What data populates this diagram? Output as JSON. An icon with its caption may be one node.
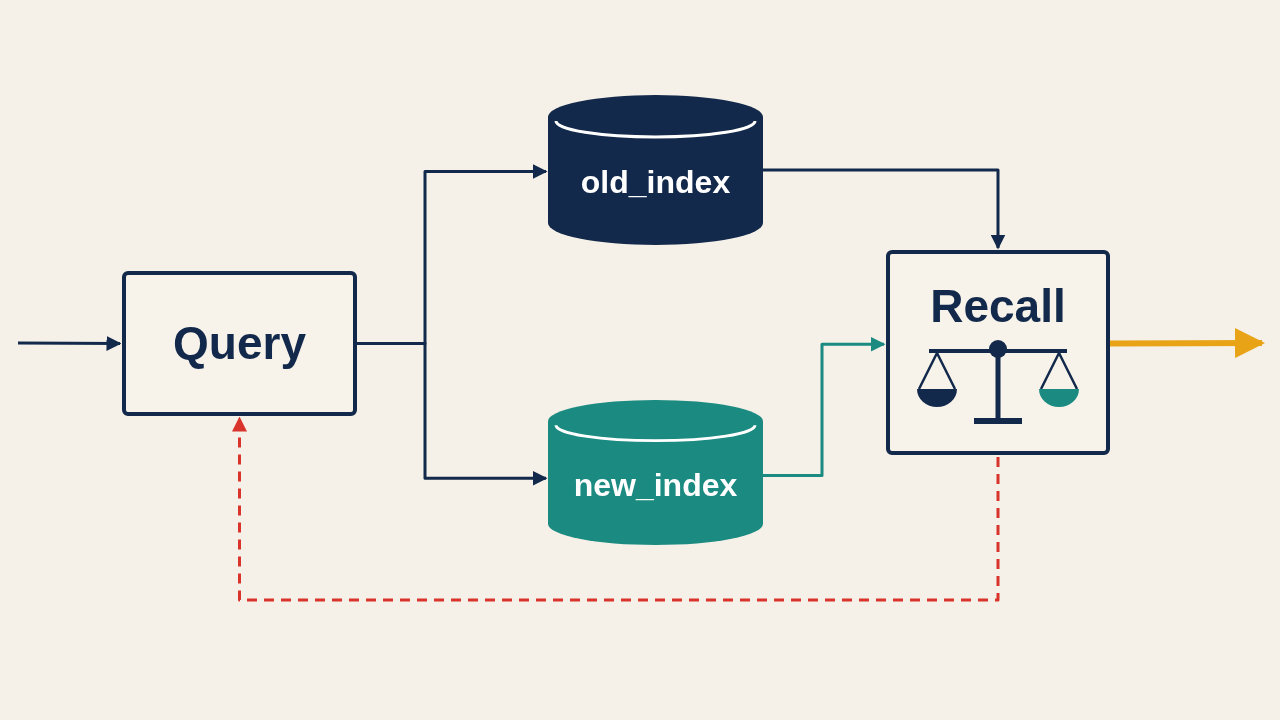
{
  "diagram": {
    "nodes": [
      {
        "text": [
          "Query"
        ]
      },
      {
        "text": [
          "old_index"
        ]
      },
      {
        "text": [
          "new_index"
        ]
      },
      {
        "text": [
          "Recall"
        ]
      }
    ],
    "edges": [
      {
        "from": null,
        "to": 0,
        "arrow": "to"
      },
      {
        "from": 0,
        "to": 1,
        "arrow": "to"
      },
      {
        "from": 0,
        "to": 2,
        "arrow": "to"
      },
      {
        "from": 1,
        "to": 3,
        "arrow": "to"
      },
      {
        "from": 2,
        "to": 3,
        "arrow": "to",
        "color": "#1b8a80"
      },
      {
        "from": 3,
        "to": null,
        "arrow": "to",
        "style": "thick",
        "color": "#e8a317"
      },
      {
        "from": 3,
        "to": 0,
        "arrow": "to",
        "style": "dashed",
        "color": "#d9342b"
      }
    ]
  }
}
